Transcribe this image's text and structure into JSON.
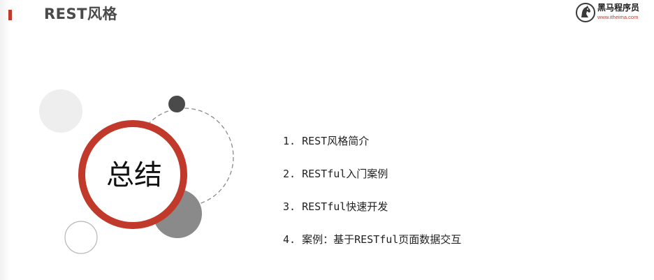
{
  "slide": {
    "title": "REST风格",
    "summary_label": "总结"
  },
  "logo": {
    "name": "黑马程序员",
    "url": "www.itheima.com",
    "icon": "horse-head-icon"
  },
  "list": [
    "1. REST风格简介",
    "2. RESTful入门案例",
    "3. RESTful快速开发",
    "4. 案例：基于RESTful页面数据交互"
  ],
  "colors": {
    "accent": "#c0392b",
    "title_text": "#4a4a4a",
    "body_text": "#222222",
    "dark_dot": "#4a4a4a",
    "gray_circle": "#8a8a8a",
    "light_circle": "#eeeeee"
  }
}
